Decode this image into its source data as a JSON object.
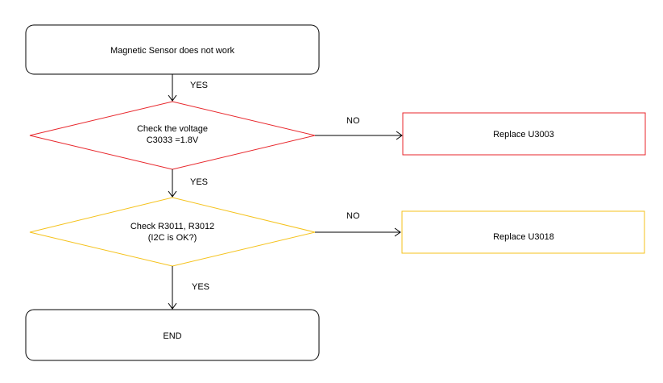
{
  "flowchart": {
    "start": {
      "label": "Magnetic Sensor does not work"
    },
    "check_voltage": {
      "line1": "Check the voltage",
      "line2": "C3033 =1.8V",
      "border_color": "#e8262b"
    },
    "replace_u3003": {
      "label": "Replace U3003",
      "border_color": "#e8262b"
    },
    "check_resistors": {
      "line1": "Check R3011, R3012",
      "line2": "(I2C is OK?)",
      "border_color": "#f5c21b"
    },
    "replace_u3018": {
      "label": "Replace U3018",
      "border_color": "#f5c21b"
    },
    "end": {
      "label": "END"
    },
    "edges": {
      "start_to_voltage": "YES",
      "voltage_no": "NO",
      "voltage_yes": "YES",
      "resistors_no": "NO",
      "resistors_yes": "YES"
    },
    "neutral_color": "#000000"
  }
}
